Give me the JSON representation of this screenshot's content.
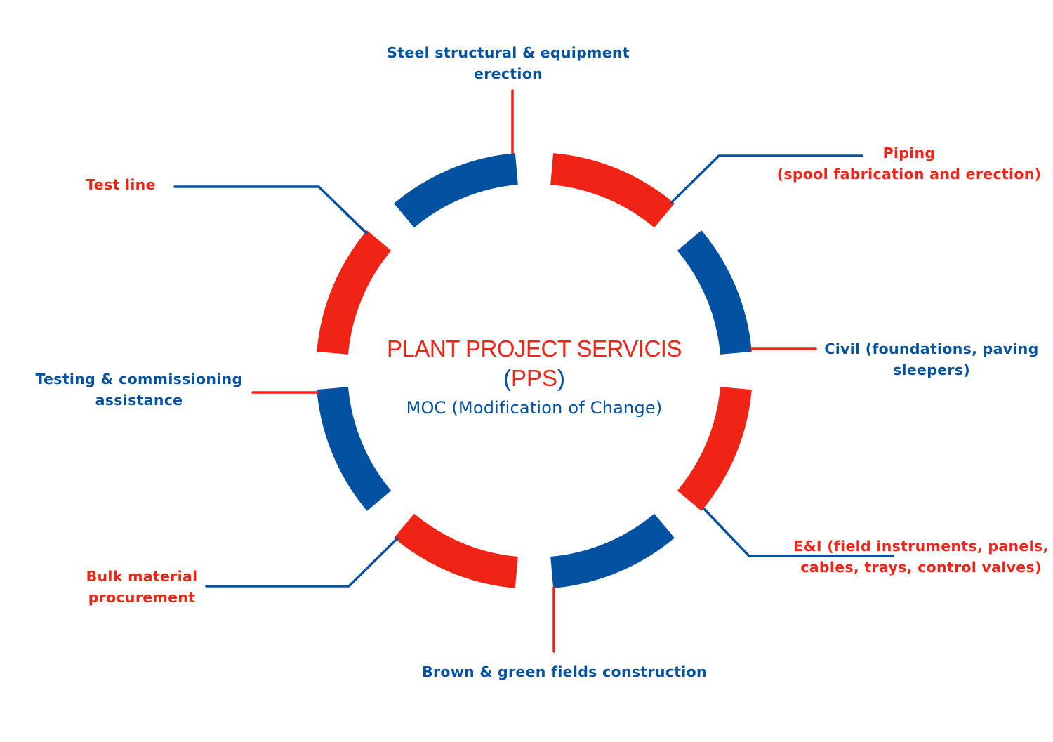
{
  "colors": {
    "blue": "#0352A2",
    "red": "#F02416",
    "background": "#FFFFFF"
  },
  "center": {
    "title": "PLANT PROJECT SERVICIS",
    "abbr_open": "(",
    "abbr": "PPS",
    "abbr_close": ")",
    "subtitle": "MOC (Modification of Change)"
  },
  "segments": [
    {
      "name": "civil",
      "color": "red"
    },
    {
      "name": "e-and-i",
      "color": "blue"
    },
    {
      "name": "brown-green-fields",
      "color": "red"
    },
    {
      "name": "bulk-material",
      "color": "blue"
    },
    {
      "name": "testing-commissioning",
      "color": "red"
    },
    {
      "name": "test-line",
      "color": "blue"
    },
    {
      "name": "steel-structural",
      "color": "red"
    },
    {
      "name": "piping",
      "color": "blue"
    }
  ],
  "labels": {
    "steel": {
      "line1": "Steel structural & equipment",
      "line2": "erection",
      "color": "blue"
    },
    "piping": {
      "line1": "Piping",
      "line2": "(spool fabrication and erection)",
      "color": "red"
    },
    "civil": {
      "line1": "Civil (foundations, paving",
      "line2": "sleepers)",
      "color": "blue"
    },
    "ei": {
      "line1": "E&I (field instruments, panels,",
      "line2": "cables, trays, control valves)",
      "color": "red"
    },
    "brown": {
      "line1": "Brown & green fields construction",
      "color": "blue"
    },
    "bulk": {
      "line1": "Bulk material",
      "line2": "procurement",
      "color": "red"
    },
    "testing": {
      "line1": "Testing & commissioning",
      "line2": "assistance",
      "color": "blue"
    },
    "testline": {
      "line1": "Test line",
      "color": "red"
    }
  }
}
